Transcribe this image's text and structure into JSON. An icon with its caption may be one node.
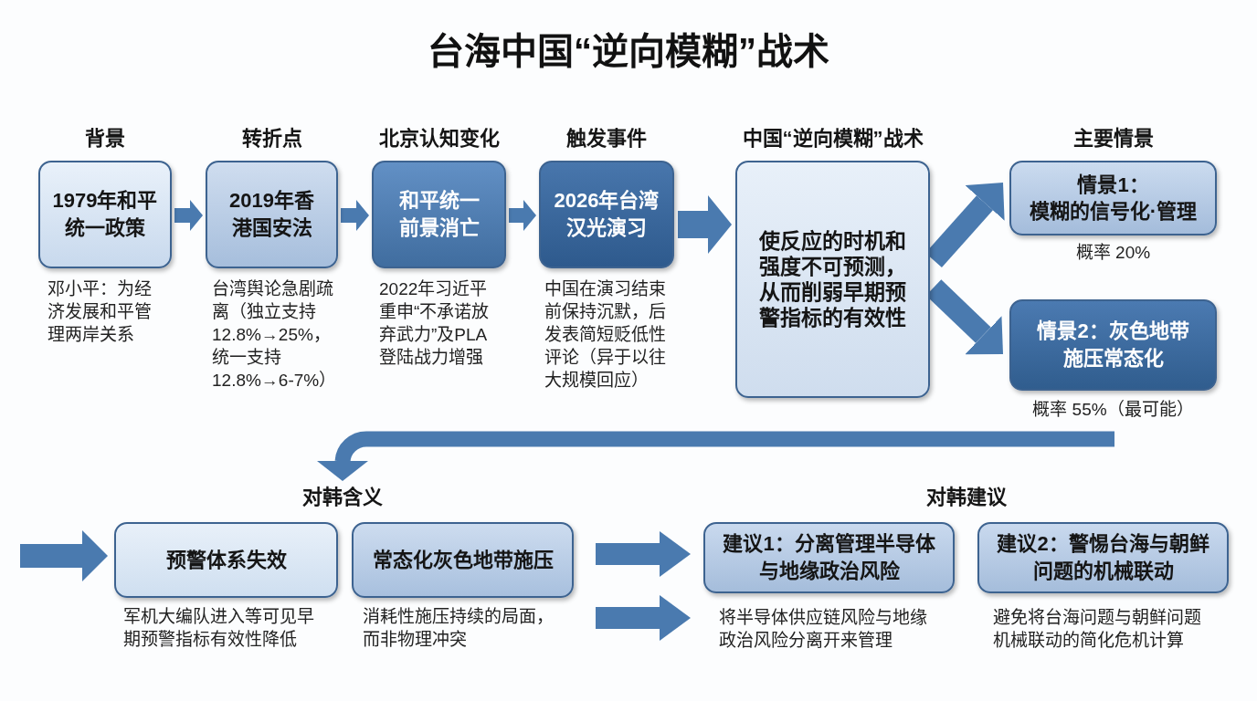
{
  "diagram": {
    "title": "台海中国“逆向模糊”战术",
    "nodes": [
      {
        "text": [
          "背景",
          "1979年和平统一政策"
        ],
        "beside": [
          "邓小平：为经济发展和平管理两岸关系"
        ]
      },
      {
        "text": [
          "转折点",
          "2019年香港国安法"
        ],
        "beside": [
          "台湾舆论急剧疏离（独立支持12.8%→25%，统一支持12.8%→6-7%）"
        ]
      },
      {
        "text": [
          "北京认知变化",
          "和平统一前景消亡"
        ],
        "beside": [
          "2022年习近平重申“不承诺放弃武力”及PLA登陆战力增强"
        ]
      },
      {
        "text": [
          "触发事件",
          "2026年台湾汉光演习"
        ],
        "beside": [
          "中国在演习结束前保持沉默，后发表简短贬低性评论（异于以往大规模回应）"
        ]
      },
      {
        "text": [
          "中国“逆向模糊”战术",
          "使反应的时机和强度不可预测，从而削弱早期预警指标的有效性"
        ]
      },
      {
        "text": [
          "主要情景",
          "情景1：模糊的信号化·管理"
        ],
        "beside": [
          "概率 20%"
        ]
      },
      {
        "text": [
          "情景2：灰色地带施压常态化"
        ],
        "beside": [
          "概率 55%（最可能）"
        ]
      },
      {
        "text": [
          "对韩含义"
        ]
      },
      {
        "text": [
          "预警体系失效"
        ],
        "beside": [
          "军机大编队进入等可见早期预警指标有效性降低"
        ]
      },
      {
        "text": [
          "常态化灰色地带施压"
        ],
        "beside": [
          "消耗性施压持续的局面，而非物理冲突"
        ]
      },
      {
        "text": [
          "建议1：分离管理半导体与地缘政治风险"
        ],
        "beside": [
          "将半导体供应链风险与地缘政治风险分离开来管理"
        ]
      },
      {
        "text": [
          "建议2：警惕台海与朝鲜问题的机械联动"
        ],
        "beside": [
          "避免将台海问题与朝鲜问题机械联动的简化危机计算"
        ]
      }
    ],
    "edges": [
      {
        "from": 0,
        "to": 1,
        "arrow": "to"
      },
      {
        "from": 1,
        "to": 2,
        "arrow": "to"
      },
      {
        "from": 2,
        "to": 3,
        "arrow": "to"
      },
      {
        "from": 3,
        "to": 4,
        "arrow": "to"
      },
      {
        "from": 4,
        "to": 5,
        "arrow": "to"
      },
      {
        "from": 4,
        "to": 6,
        "arrow": "to"
      },
      {
        "from": null,
        "to": 7,
        "arrow": "to"
      },
      {
        "from": null,
        "to": 8,
        "arrow": "to"
      },
      {
        "from": 9,
        "to": 10,
        "arrow": "to"
      },
      {
        "from": 9,
        "to": 10,
        "arrow": "to"
      }
    ],
    "labels": [
      "对韩建议"
    ]
  }
}
